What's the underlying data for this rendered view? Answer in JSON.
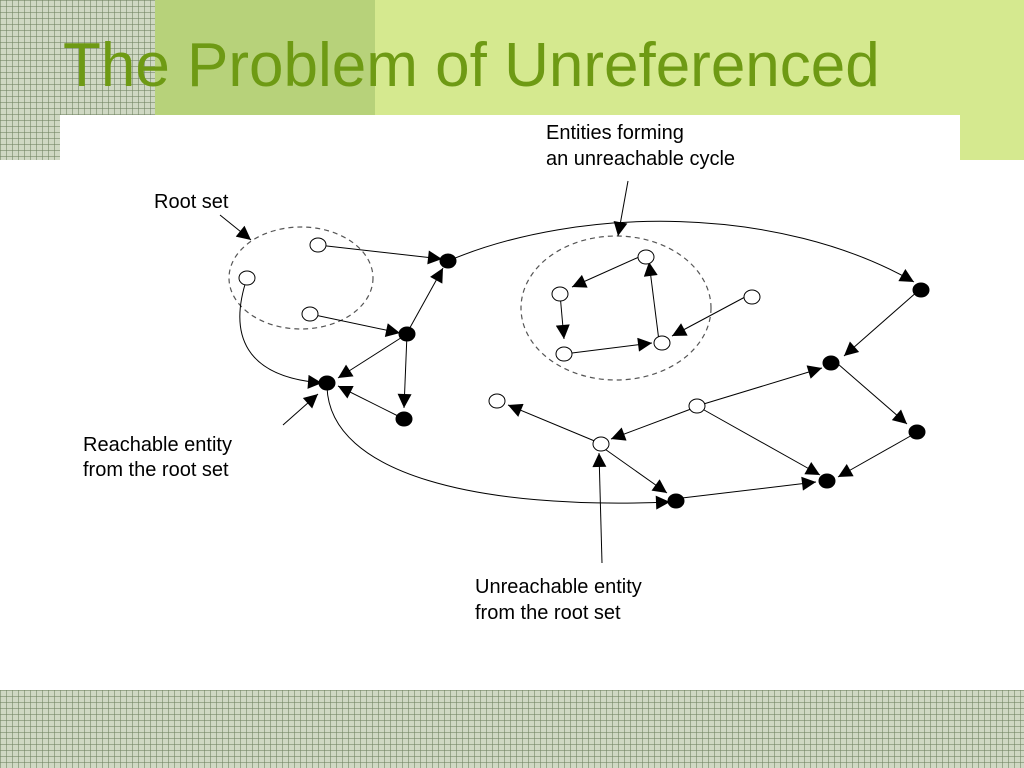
{
  "title": "The Problem of Unreferenced Objects",
  "labels": {
    "root_set": "Root set",
    "cycle_line1": "Entities forming",
    "cycle_line2": "an unreachable cycle",
    "reachable_line1": "Reachable entity",
    "reachable_line2": "from the root set",
    "unreachable_line1": "Unreachable entity",
    "unreachable_line2": "from the root set"
  }
}
